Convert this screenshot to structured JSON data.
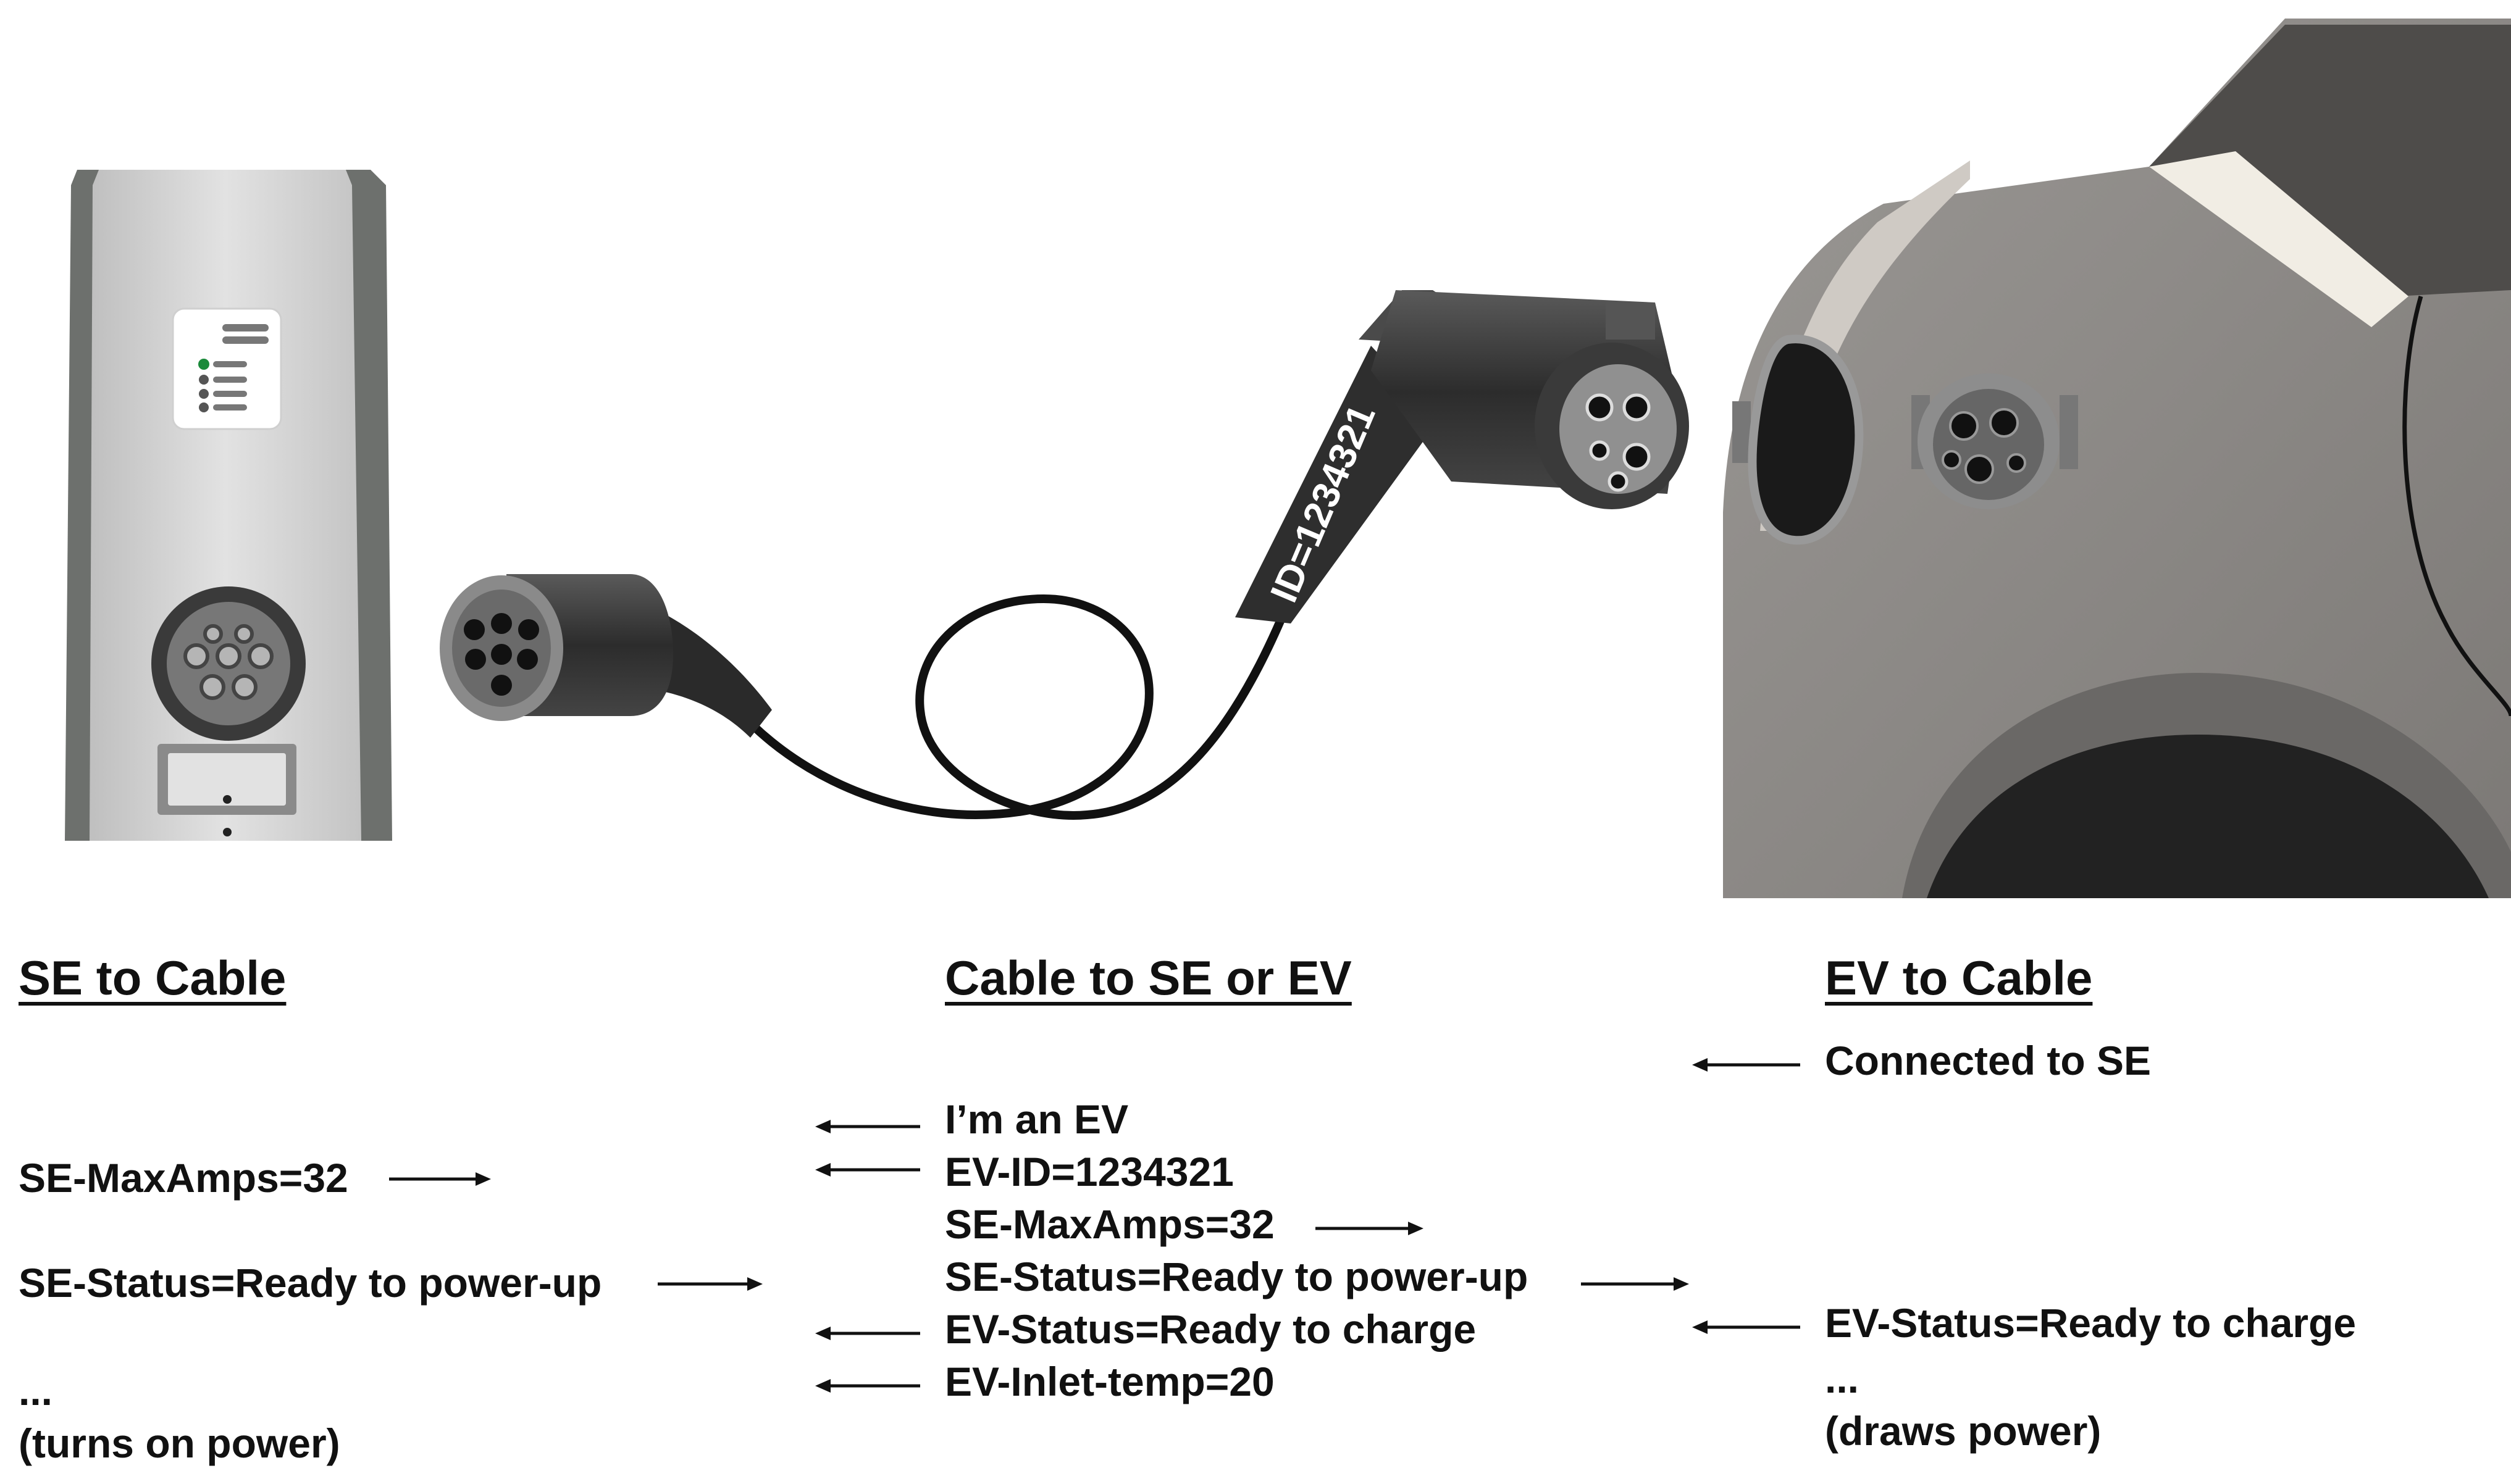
{
  "cable_id_label": "ID=1234321",
  "columns": {
    "se": {
      "heading": "SE to Cable",
      "messages": [
        "SE-MaxAmps=32",
        "SE-Status=Ready to power-up",
        "...",
        "(turns on power)"
      ]
    },
    "cable": {
      "heading": "Cable to SE or EV",
      "messages": [
        "I’m an EV",
        "EV-ID=1234321",
        "SE-MaxAmps=32",
        "SE-Status=Ready to power-up",
        "EV-Status=Ready to charge",
        "EV-Inlet-temp=20"
      ]
    },
    "ev": {
      "heading": "EV to Cable",
      "messages": [
        "Connected to SE",
        "EV-Status=Ready to charge",
        "...",
        "(draws power)"
      ]
    }
  },
  "colors": {
    "text": "#111111",
    "station_body": "#d4d4d4",
    "station_edge": "#6d706d",
    "plug_dark": "#3a3a3a",
    "car_body": "#8d8a87",
    "car_dark": "#5a5754",
    "led_green": "#1a8a3a"
  },
  "icons": [
    "charging-station",
    "type2-connector",
    "charging-cable",
    "type1-connector",
    "car-inlet",
    "arrow-right-icon",
    "arrow-left-icon"
  ]
}
